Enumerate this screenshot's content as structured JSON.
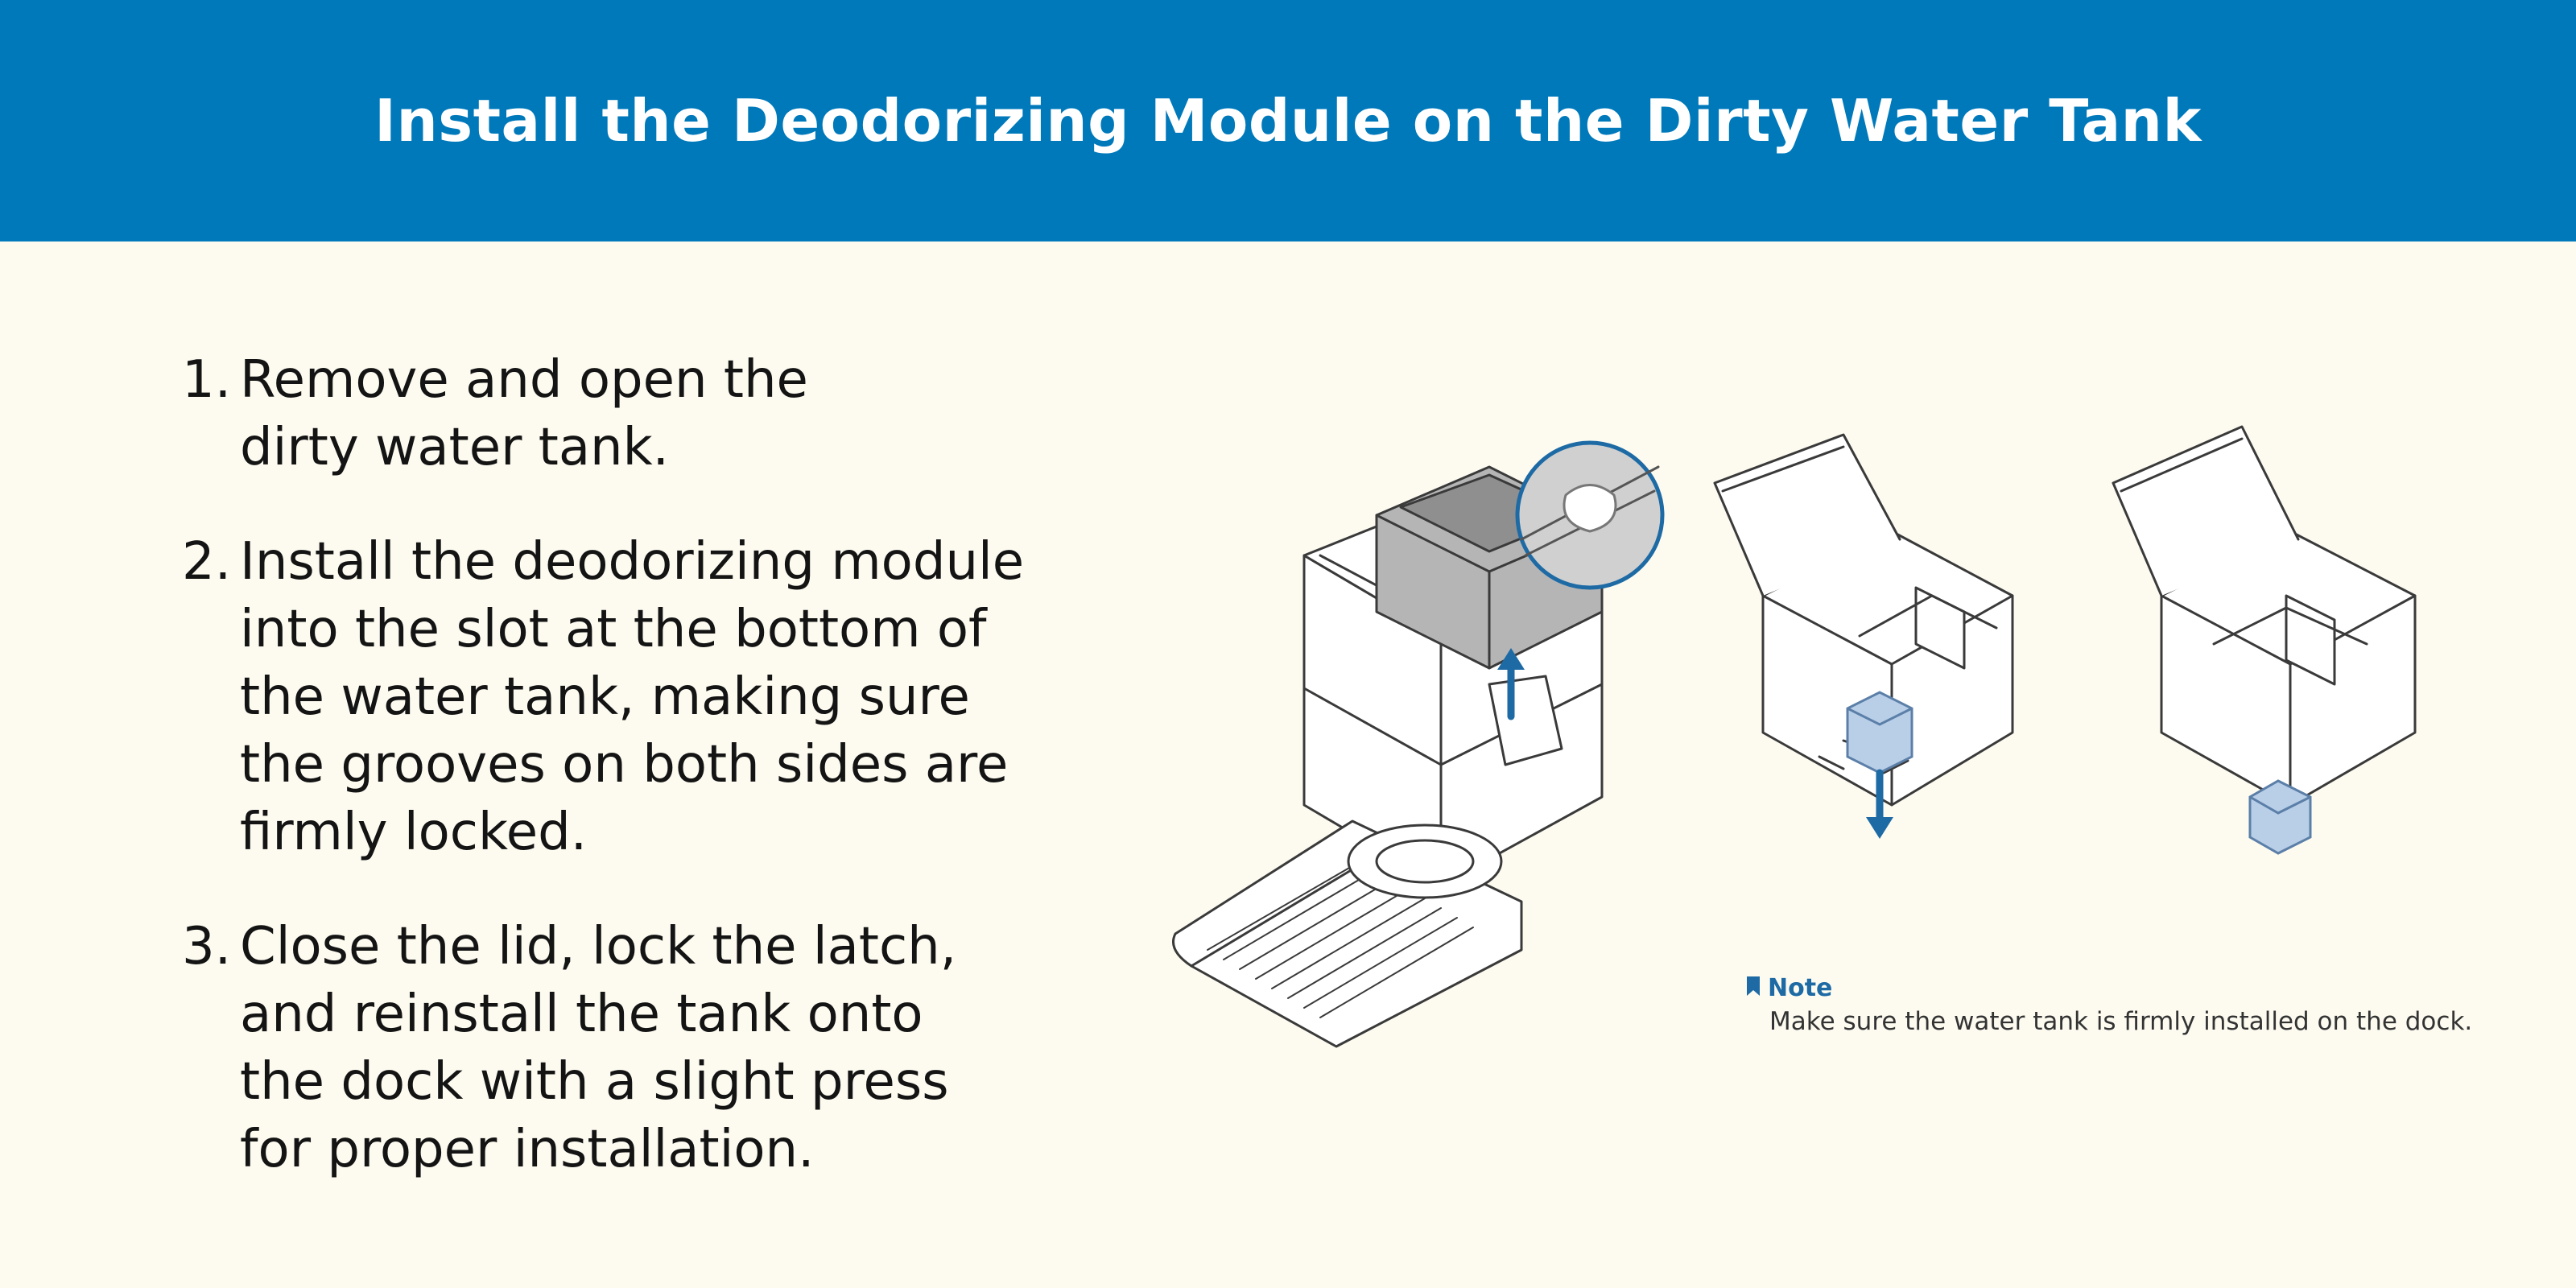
{
  "header": {
    "title": "Install the Deodorizing Module on the Dirty Water Tank"
  },
  "steps": [
    {
      "number": "1.",
      "lines": [
        "Remove and open the",
        "dirty water tank."
      ]
    },
    {
      "number": "2.",
      "lines": [
        "Install the deodorizing module",
        "into the slot at the bottom of",
        "the water tank, making sure",
        "the grooves on both sides are",
        "firmly locked."
      ]
    },
    {
      "number": "3.",
      "lines": [
        "Close the lid, lock the latch,",
        "and reinstall the tank onto",
        "the dock with a slight press",
        "for proper installation."
      ]
    }
  ],
  "note": {
    "icon": "bookmark-icon",
    "title": "Note",
    "text": "Make sure the water tank is firmly installed on the dock."
  },
  "colors": {
    "header_bg": "#0079bb",
    "page_bg": "#fdfbf0",
    "accent": "#1d6aa5",
    "module": "#b9cfe8"
  }
}
